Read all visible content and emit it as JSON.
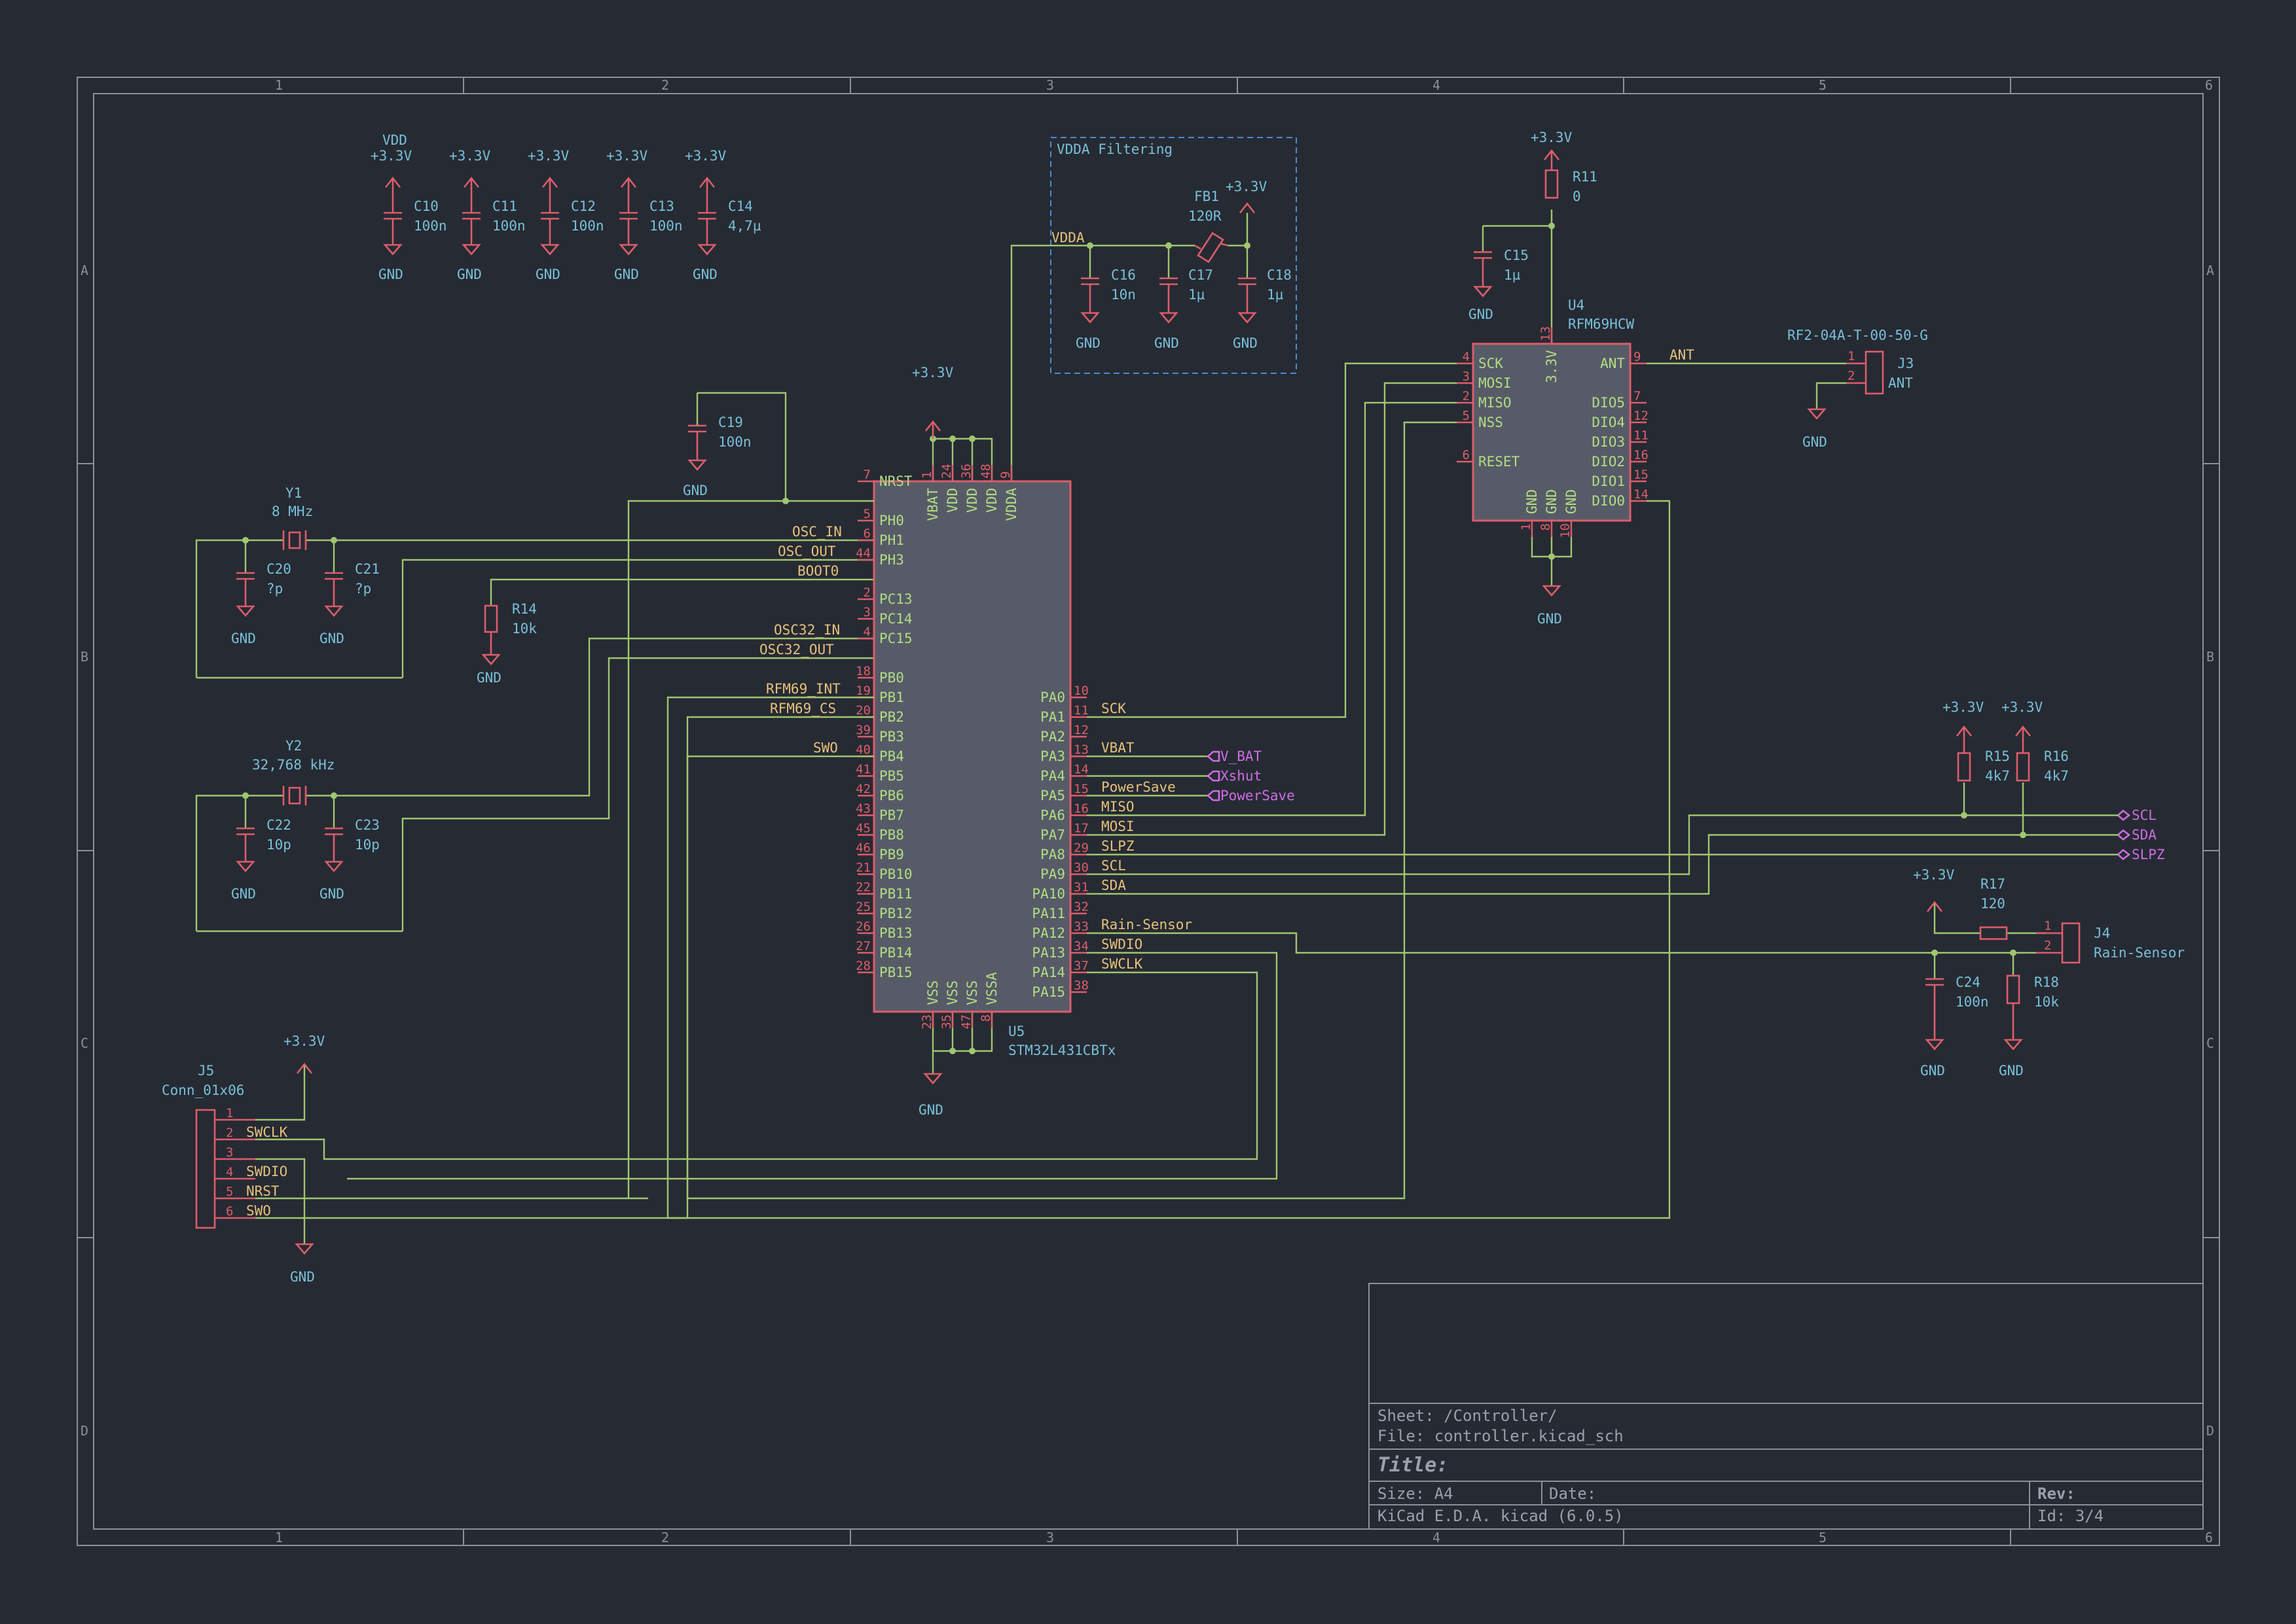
{
  "frame": {
    "columns": [
      "1",
      "2",
      "3",
      "4",
      "5",
      "6"
    ],
    "rows": [
      "A",
      "B",
      "C",
      "D"
    ]
  },
  "title_block": {
    "sheet": "Sheet: /Controller/",
    "file": "File: controller.kicad_sch",
    "title": "Title:",
    "size": "Size: A4",
    "date": "Date:",
    "rev": "Rev:",
    "tool": "KiCad E.D.A.  kicad (6.0.5)",
    "id": "Id: 3/4"
  },
  "power": {
    "vdd": "VDD",
    "v33": "+3.3V",
    "gnd": "GND"
  },
  "decoupling": [
    {
      "ref": "C10",
      "value": "100n"
    },
    {
      "ref": "C11",
      "value": "100n"
    },
    {
      "ref": "C12",
      "value": "100n"
    },
    {
      "ref": "C13",
      "value": "100n"
    },
    {
      "ref": "C14",
      "value": "4,7µ"
    }
  ],
  "vdda_group": {
    "title": "VDDA Filtering",
    "net": "VDDA",
    "fb_ref": "FB1",
    "fb_value": "120R",
    "caps": [
      {
        "ref": "C16",
        "value": "10n"
      },
      {
        "ref": "C17",
        "value": "1µ"
      },
      {
        "ref": "C18",
        "value": "1µ"
      }
    ]
  },
  "parts": {
    "c19": {
      "ref": "C19",
      "value": "100n"
    },
    "y1": {
      "ref": "Y1",
      "value": "8 MHz"
    },
    "c20": {
      "ref": "C20",
      "value": "?p"
    },
    "c21": {
      "ref": "C21",
      "value": "?p"
    },
    "r14": {
      "ref": "R14",
      "value": "10k"
    },
    "y2": {
      "ref": "Y2",
      "value": "32,768 kHz"
    },
    "c22": {
      "ref": "C22",
      "value": "10p"
    },
    "c23": {
      "ref": "C23",
      "value": "10p"
    },
    "r11": {
      "ref": "R11",
      "value": "0"
    },
    "c15": {
      "ref": "C15",
      "value": "1µ"
    },
    "j3": {
      "ref": "J3",
      "value": "ANT",
      "mpn": "RF2-04A-T-00-50-G"
    },
    "r15": {
      "ref": "R15",
      "value": "4k7"
    },
    "r16": {
      "ref": "R16",
      "value": "4k7"
    },
    "r17": {
      "ref": "R17",
      "value": "120"
    },
    "c24": {
      "ref": "C24",
      "value": "100n"
    },
    "r18": {
      "ref": "R18",
      "value": "10k"
    },
    "j4": {
      "ref": "J4",
      "value": "Rain-Sensor"
    },
    "j5": {
      "ref": "J5",
      "value": "Conn_01x06"
    }
  },
  "mcu": {
    "ref": "U5",
    "value": "STM32L431CBTx",
    "left_pins": [
      {
        "name": "NRST",
        "num": "7"
      },
      {
        "name": "PH0",
        "num": "5"
      },
      {
        "name": "PH1",
        "num": "6"
      },
      {
        "name": "PH3",
        "num": "44"
      },
      {
        "name": "PC13",
        "num": "2"
      },
      {
        "name": "PC14",
        "num": "3"
      },
      {
        "name": "PC15",
        "num": "4"
      },
      {
        "name": "PB0",
        "num": "18"
      },
      {
        "name": "PB1",
        "num": "19"
      },
      {
        "name": "PB2",
        "num": "20"
      },
      {
        "name": "PB3",
        "num": "39"
      },
      {
        "name": "PB4",
        "num": "40"
      },
      {
        "name": "PB5",
        "num": "41"
      },
      {
        "name": "PB6",
        "num": "42"
      },
      {
        "name": "PB7",
        "num": "43"
      },
      {
        "name": "PB8",
        "num": "45"
      },
      {
        "name": "PB9",
        "num": "46"
      },
      {
        "name": "PB10",
        "num": "21"
      },
      {
        "name": "PB11",
        "num": "22"
      },
      {
        "name": "PB12",
        "num": "25"
      },
      {
        "name": "PB13",
        "num": "26"
      },
      {
        "name": "PB14",
        "num": "27"
      },
      {
        "name": "PB15",
        "num": "28"
      }
    ],
    "right_pins": [
      {
        "name": "PA0",
        "num": "10"
      },
      {
        "name": "PA1",
        "num": "11"
      },
      {
        "name": "PA2",
        "num": "12"
      },
      {
        "name": "PA3",
        "num": "13"
      },
      {
        "name": "PA4",
        "num": "14"
      },
      {
        "name": "PA5",
        "num": "15"
      },
      {
        "name": "PA6",
        "num": "16"
      },
      {
        "name": "PA7",
        "num": "17"
      },
      {
        "name": "PA8",
        "num": "29"
      },
      {
        "name": "PA9",
        "num": "30"
      },
      {
        "name": "PA10",
        "num": "31"
      },
      {
        "name": "PA11",
        "num": "32"
      },
      {
        "name": "PA12",
        "num": "33"
      },
      {
        "name": "PA13",
        "num": "34"
      },
      {
        "name": "PA14",
        "num": "37"
      },
      {
        "name": "PA15",
        "num": "38"
      }
    ],
    "top_pins": [
      {
        "name": "VBAT",
        "num": "1"
      },
      {
        "name": "VDD",
        "num": "24"
      },
      {
        "name": "VDD",
        "num": "36"
      },
      {
        "name": "VDD",
        "num": "48"
      },
      {
        "name": "VDDA",
        "num": "9"
      }
    ],
    "bottom_pins": [
      {
        "name": "VSS",
        "num": "23"
      },
      {
        "name": "VSS",
        "num": "35"
      },
      {
        "name": "VSS",
        "num": "47"
      },
      {
        "name": "VSSA",
        "num": "8"
      }
    ]
  },
  "radio": {
    "ref": "U4",
    "value": "RFM69HCW",
    "left_pins": [
      {
        "name": "SCK",
        "num": "4"
      },
      {
        "name": "MOSI",
        "num": "3"
      },
      {
        "name": "MISO",
        "num": "2"
      },
      {
        "name": "NSS",
        "num": "5"
      },
      {
        "name": "RESET",
        "num": "6"
      }
    ],
    "right_pins": [
      {
        "name": "ANT",
        "num": "9"
      },
      {
        "name": "DIO5",
        "num": "7"
      },
      {
        "name": "DIO4",
        "num": "12"
      },
      {
        "name": "DIO3",
        "num": "11"
      },
      {
        "name": "DIO2",
        "num": "16"
      },
      {
        "name": "DIO1",
        "num": "15"
      },
      {
        "name": "DIO0",
        "num": "14"
      }
    ],
    "top_pin": {
      "name": "3.3V",
      "num": "13"
    },
    "bottom_pins": [
      {
        "name": "GND",
        "num": "1"
      },
      {
        "name": "GND",
        "num": "8"
      },
      {
        "name": "GND",
        "num": "10"
      }
    ]
  },
  "nets_left": {
    "osc_in": "OSC_IN",
    "osc_out": "OSC_OUT",
    "boot0": "BOOT0",
    "osc32_in": "OSC32_IN",
    "osc32_out": "OSC32_OUT",
    "rfm_int": "RFM69_INT",
    "rfm_cs": "RFM69_CS",
    "swo": "SWO"
  },
  "nets_right": {
    "sck": "SCK",
    "vbat": "VBAT",
    "powersave": "PowerSave",
    "miso": "MISO",
    "mosi": "MOSI",
    "slpz": "SLPZ",
    "scl": "SCL",
    "sda": "SDA",
    "rain": "Rain-Sensor",
    "swdio": "SWDIO",
    "swclk": "SWCLK",
    "ant": "ANT"
  },
  "global_labels": {
    "v_bat": "V_BAT",
    "xshut": "Xshut",
    "powersave": "PowerSave",
    "scl": "SCL",
    "sda": "SDA",
    "slpz": "SLPZ"
  },
  "j5_pins": [
    {
      "num": "1",
      "net": ""
    },
    {
      "num": "2",
      "net": "SWCLK"
    },
    {
      "num": "3",
      "net": ""
    },
    {
      "num": "4",
      "net": "SWDIO"
    },
    {
      "num": "5",
      "net": "NRST"
    },
    {
      "num": "6",
      "net": "SWO"
    }
  ]
}
